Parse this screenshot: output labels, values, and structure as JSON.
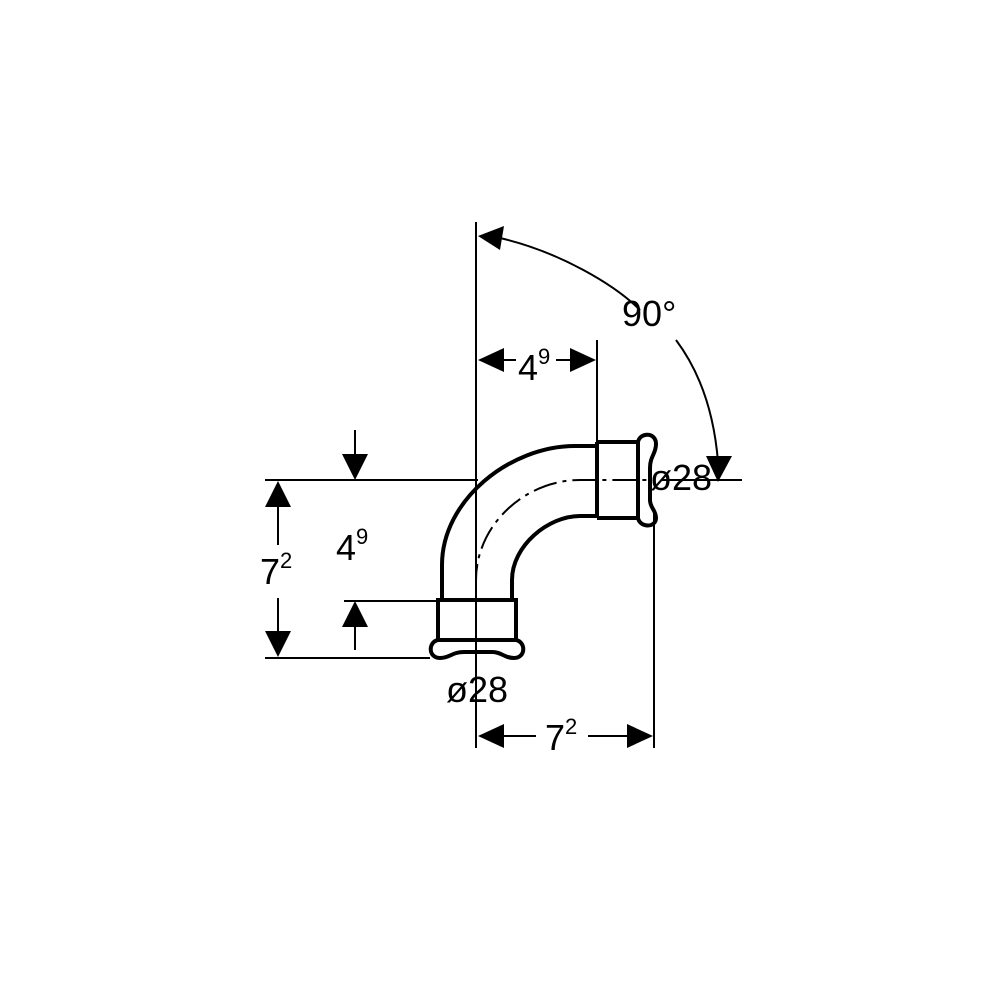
{
  "drawing": {
    "angle_label": "90°",
    "top_offset": {
      "main": "4",
      "sup": "9"
    },
    "left_offset": {
      "main": "4",
      "sup": "9"
    },
    "left_height": {
      "main": "7",
      "sup": "2"
    },
    "bottom_width": {
      "main": "7",
      "sup": "2"
    },
    "right_diameter": "ø28",
    "bottom_diameter": "ø28"
  }
}
